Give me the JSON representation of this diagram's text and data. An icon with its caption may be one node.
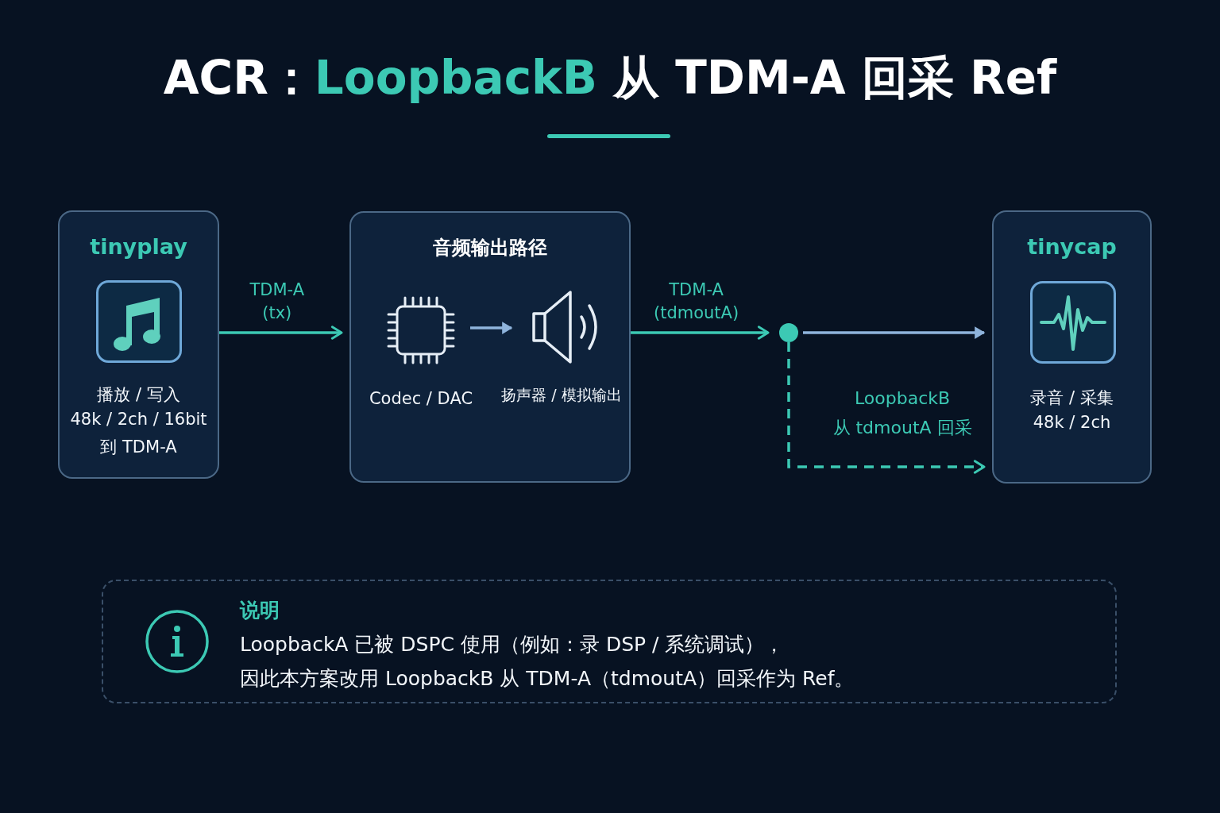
{
  "diagram": {
    "title": "ACR：**LoopbackB** 从 TDM-A 回采 Ref",
    "nodes": [
      {
        "text": [
          "tinyplay",
          "播放 / 写入",
          "48k / 2ch / 16bit",
          "到 TDM-A"
        ]
      },
      {
        "text": [
          "音频输出路径"
        ]
      },
      {
        "text": [
          "Codec / DAC"
        ],
        "in": 1
      },
      {
        "text": [
          "扬声器 / 模拟输出"
        ],
        "in": 1
      },
      {
        "text": [],
        "shape": "circle"
      },
      {
        "text": [
          "tinycap",
          "录音 / 采集",
          "48k / 2ch"
        ]
      },
      {
        "text": [
          "说明",
          "LoopbackA 已被 DSPC 使用（例如：录 DSP / 系统调试），因此本方案改用 LoopbackB 从 TDM-A（tdmoutA）回采作为 Ref。"
        ]
      }
    ],
    "edges": [
      {
        "from": 0,
        "to": 1,
        "arrow": "to",
        "label": "TDM-A (tx)"
      },
      {
        "from": 2,
        "to": 3,
        "arrow": "to",
        "color": "#8fb4dc"
      },
      {
        "from": 1,
        "to": 4,
        "arrow": "to",
        "label": "TDM-A (tdmoutA)"
      },
      {
        "from": 4,
        "to": 5,
        "arrow": "to",
        "color": "#8fb4dc"
      },
      {
        "from": 4,
        "to": 5,
        "arrow": "to",
        "style": "dashed",
        "label": "LoopbackB 从 tdmoutA 回采"
      }
    ]
  }
}
